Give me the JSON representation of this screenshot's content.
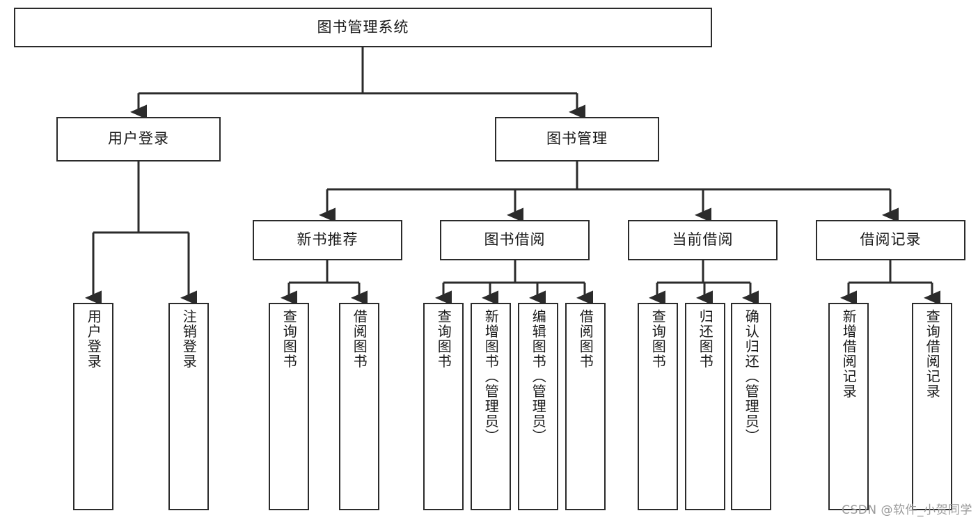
{
  "diagram": {
    "title": "图书管理系统",
    "type": "tree",
    "orientation": "top-down",
    "colors": {
      "box_border": "#2b2b2b",
      "box_fill": "#ffffff",
      "edge": "#2b2b2b",
      "text": "#1a1a1a",
      "watermark": "#9a9a9a",
      "background": "#ffffff"
    },
    "watermark": "CSDN @软件_小贺同学",
    "root": {
      "label": "图书管理系统"
    },
    "level2": [
      {
        "label": "用户登录"
      },
      {
        "label": "图书管理"
      }
    ],
    "level3": [
      {
        "label": "新书推荐"
      },
      {
        "label": "图书借阅"
      },
      {
        "label": "当前借阅"
      },
      {
        "label": "借阅记录"
      }
    ],
    "leaves": {
      "user_login": [
        {
          "label": "用户登录"
        },
        {
          "label": "注销登录"
        }
      ],
      "new_book_recommend": [
        {
          "label": "查询图书"
        },
        {
          "label": "借阅图书"
        }
      ],
      "book_borrow": [
        {
          "label": "查询图书"
        },
        {
          "label": "新增图书（管理员）"
        },
        {
          "label": "编辑图书（管理员）"
        },
        {
          "label": "借阅图书"
        }
      ],
      "current_borrow": [
        {
          "label": "查询图书"
        },
        {
          "label": "归还图书"
        },
        {
          "label": "确认归还（管理员）"
        }
      ],
      "borrow_record": [
        {
          "label": "新增借阅记录"
        },
        {
          "label": "查询借阅记录"
        }
      ]
    }
  }
}
